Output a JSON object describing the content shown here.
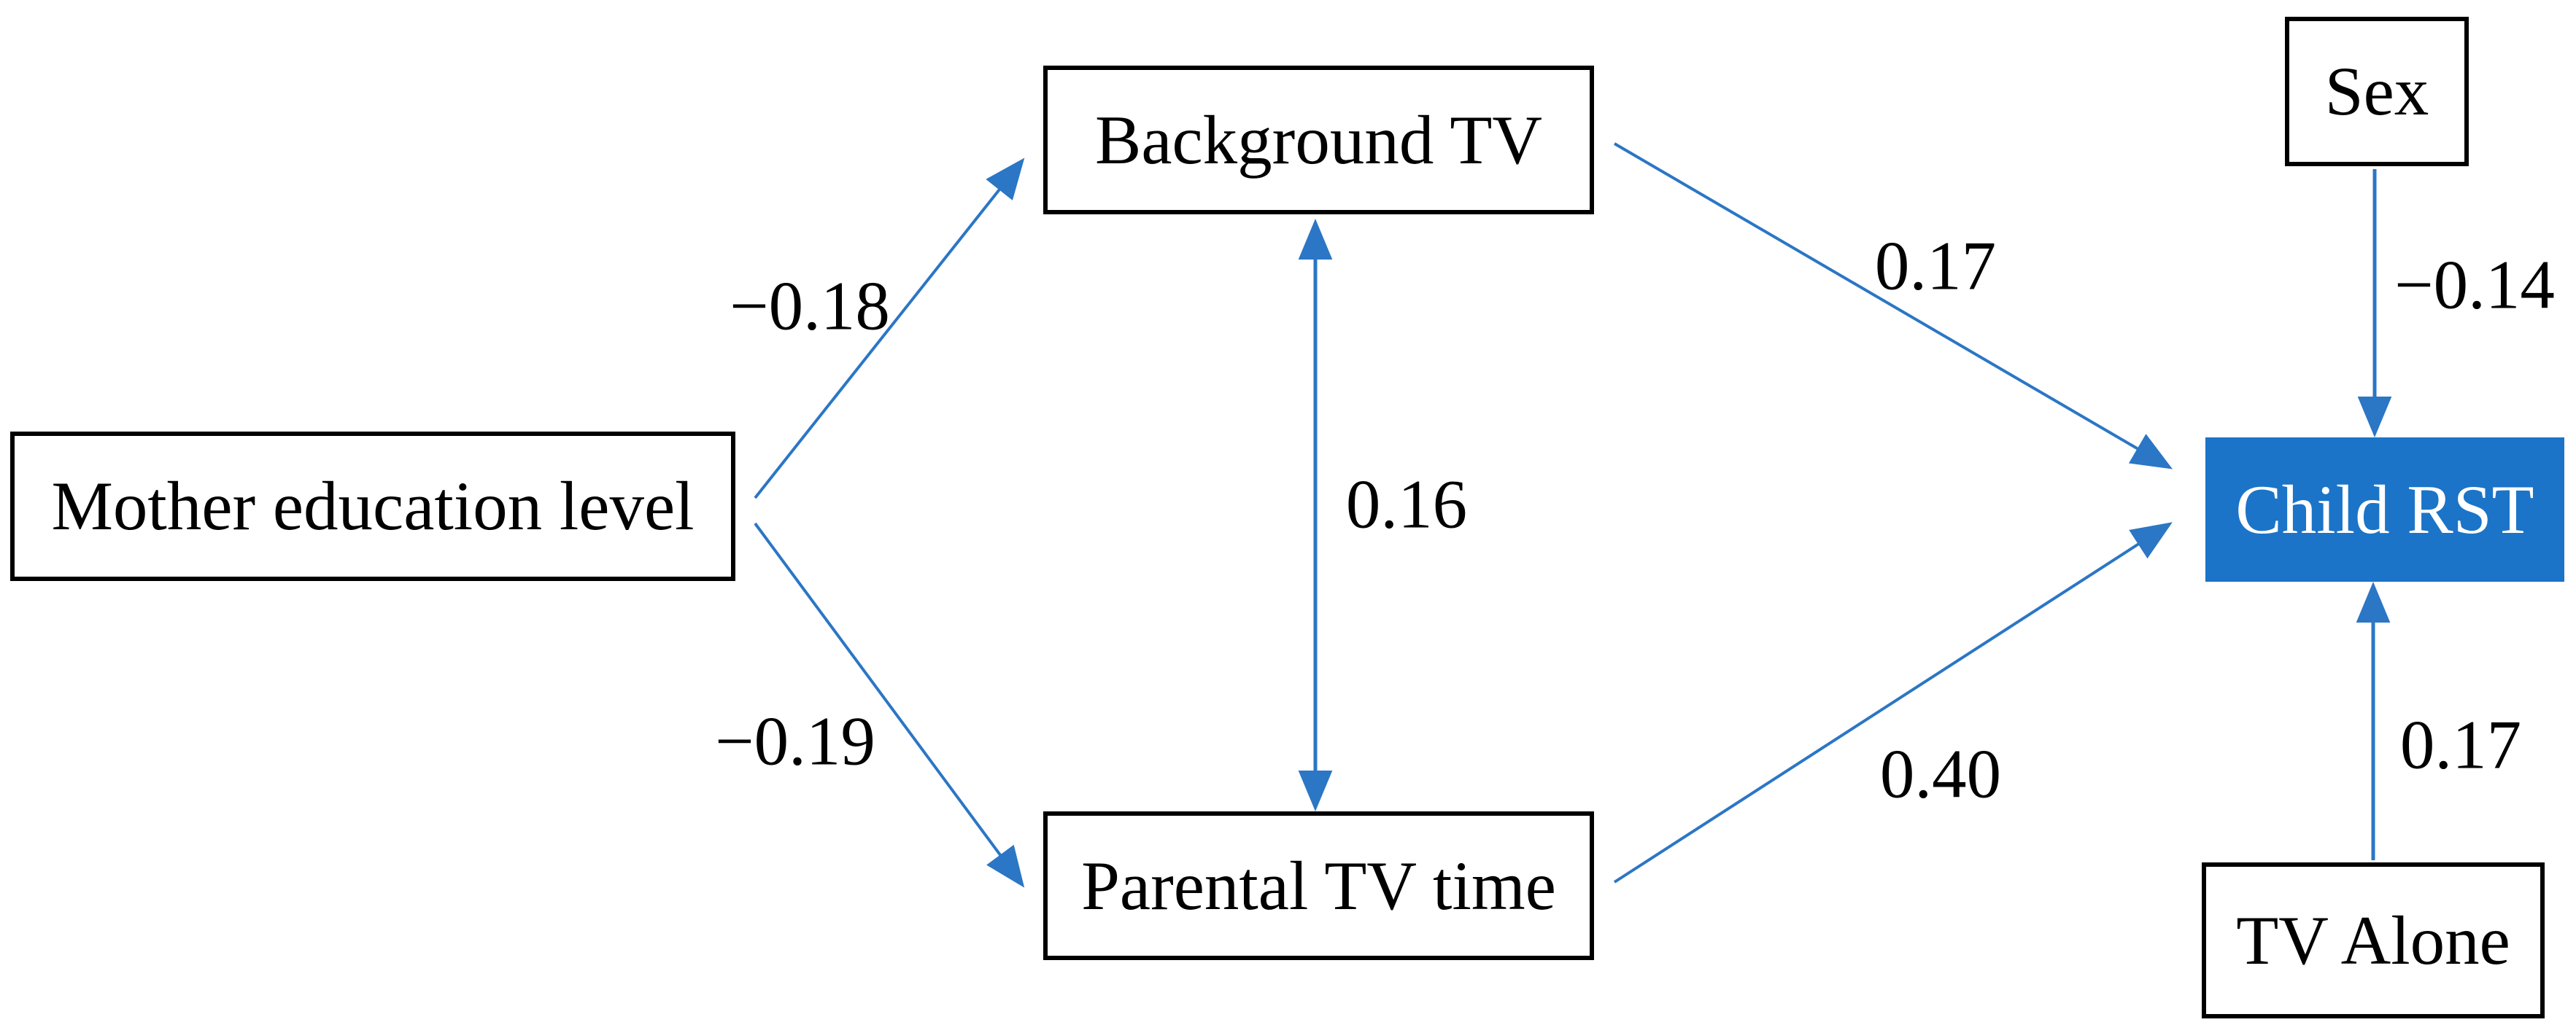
{
  "figure": {
    "type": "path-diagram",
    "colors": {
      "background": "#ffffff",
      "node_border": "#000000",
      "node_fill": "#ffffff",
      "node_text": "#000000",
      "outcome_fill": "#1b74c8",
      "outcome_text": "#ffffff",
      "arrow": "#2b76c5",
      "coefficient_text": "#000000"
    },
    "nodes": {
      "mother_education": {
        "label": "Mother education level",
        "role": "predictor"
      },
      "background_tv": {
        "label": "Background TV",
        "role": "mediator"
      },
      "parental_tv_time": {
        "label": "Parental TV time",
        "role": "mediator"
      },
      "sex": {
        "label": "Sex",
        "role": "covariate"
      },
      "tv_alone": {
        "label": "TV Alone",
        "role": "covariate"
      },
      "child_rst": {
        "label": "Child RST",
        "role": "outcome",
        "highlighted": true
      }
    },
    "edges": {
      "med_to_bgtv": {
        "from": "Mother education level",
        "to": "Background TV",
        "coefficient": "−0.18",
        "type": "directed"
      },
      "med_to_ptv": {
        "from": "Mother education level",
        "to": "Parental TV time",
        "coefficient": "−0.19",
        "type": "directed"
      },
      "bgtv_ptv_cov": {
        "from": "Background TV",
        "to": "Parental TV time",
        "coefficient": "0.16",
        "type": "bidirectional"
      },
      "bgtv_to_rst": {
        "from": "Background TV",
        "to": "Child RST",
        "coefficient": "0.17",
        "type": "directed"
      },
      "ptv_to_rst": {
        "from": "Parental TV time",
        "to": "Child RST",
        "coefficient": "0.40",
        "type": "directed"
      },
      "sex_to_rst": {
        "from": "Sex",
        "to": "Child RST",
        "coefficient": "−0.14",
        "type": "directed"
      },
      "tva_to_rst": {
        "from": "TV Alone",
        "to": "Child RST",
        "coefficient": "0.17",
        "type": "directed"
      }
    }
  }
}
